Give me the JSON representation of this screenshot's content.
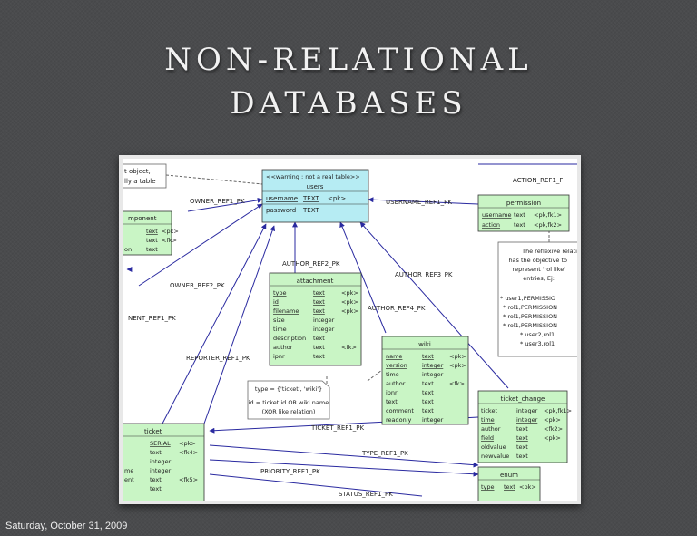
{
  "slide": {
    "title_line1": "NON-RELATIONAL",
    "title_line2": "DATABASES",
    "footer_date": "Saturday, October 31, 2009"
  },
  "diagram": {
    "tables": {
      "users": {
        "stereotype": "<<warning : not a real table>>",
        "name": "users",
        "rows": [
          [
            "username",
            "TEXT",
            "<pk>"
          ],
          [
            "password",
            "TEXT",
            ""
          ]
        ]
      },
      "permission": {
        "name": "permission",
        "rows": [
          [
            "username",
            "text",
            "<pk,fk1>"
          ],
          [
            "action",
            "text",
            "<pk,fk2>"
          ]
        ]
      },
      "attachment": {
        "name": "attachment",
        "rows": [
          [
            "type",
            "text",
            "<pk>"
          ],
          [
            "id",
            "text",
            "<pk>"
          ],
          [
            "filename",
            "text",
            "<pk>"
          ],
          [
            "size",
            "integer",
            ""
          ],
          [
            "time",
            "integer",
            ""
          ],
          [
            "description",
            "text",
            ""
          ],
          [
            "author",
            "text",
            "<fk>"
          ],
          [
            "ipnr",
            "text",
            ""
          ]
        ]
      },
      "wiki": {
        "name": "wiki",
        "rows": [
          [
            "name",
            "text",
            "<pk>"
          ],
          [
            "version",
            "integer",
            "<pk>"
          ],
          [
            "time",
            "integer",
            ""
          ],
          [
            "author",
            "text",
            "<fk>"
          ],
          [
            "ipnr",
            "text",
            ""
          ],
          [
            "text",
            "text",
            ""
          ],
          [
            "comment",
            "text",
            ""
          ],
          [
            "readonly",
            "integer",
            ""
          ]
        ]
      },
      "ticket_change": {
        "name": "ticket_change",
        "rows": [
          [
            "ticket",
            "integer",
            "<pk,fk1>"
          ],
          [
            "time",
            "integer",
            "<pk>"
          ],
          [
            "author",
            "text",
            "<fk2>"
          ],
          [
            "field",
            "text",
            "<pk>"
          ],
          [
            "oldvalue",
            "text",
            ""
          ],
          [
            "newvalue",
            "text",
            ""
          ]
        ]
      },
      "component": {
        "name": "mponent",
        "rows": [
          [
            "",
            "text",
            "<pk>"
          ],
          [
            "",
            "text",
            "<fk>"
          ],
          [
            "on",
            "text",
            ""
          ]
        ]
      },
      "ticket": {
        "name": "ticket",
        "rows": [
          [
            "",
            "SERIAL",
            "<pk>"
          ],
          [
            "",
            "text",
            "<fk4>"
          ],
          [
            "",
            "integer",
            ""
          ],
          [
            "me",
            "integer",
            ""
          ],
          [
            "ent",
            "text",
            "<fk5>"
          ],
          [
            "",
            "text",
            ""
          ]
        ]
      },
      "enum": {
        "name": "enum",
        "rows": [
          [
            "type",
            "text",
            "<pk>"
          ]
        ]
      },
      "action_ref": {
        "name": "ACTION_REF1_F"
      }
    },
    "relations": {
      "owner_ref1": "OWNER_REF1_PK",
      "username_ref1": "USERNAME_REF1_PK",
      "author_ref2": "AUTHOR_REF2_PK",
      "owner_ref2": "OWNER_REF2_PK",
      "author_ref3": "AUTHOR_REF3_PK",
      "author_ref4": "AUTHOR_REF4_PK",
      "component_ref1": "NENT_REF1_PK",
      "reporter_ref1": "REPORTER_REF1_PK",
      "ticket_ref1": "TICKET_REF1_PK",
      "type_ref1": "TYPE_REF1_PK",
      "priority_ref1": "PRIORITY_REF1_PK",
      "status_ref1": "STATUS_REF1_PK"
    },
    "notes": {
      "top_left_line1": "t object,",
      "top_left_line2": "lly a table",
      "type_note_line1": "type = {'ticket', 'wiki'}",
      "type_note_line2": "id = ticket.id  OR  wiki.name",
      "type_note_line3": "(XOR like relation)",
      "reflexive_lines": [
        "The reflexive relati",
        "has the objective to",
        "represent 'rol like'",
        "entries, Ej:",
        "",
        "* user1,PERMISSIO",
        "* rol1,PERMISSION",
        "* rol1,PERMISSION",
        "* rol1,PERMISSION",
        "* user2,rol1",
        "* user3,rol1"
      ]
    }
  }
}
